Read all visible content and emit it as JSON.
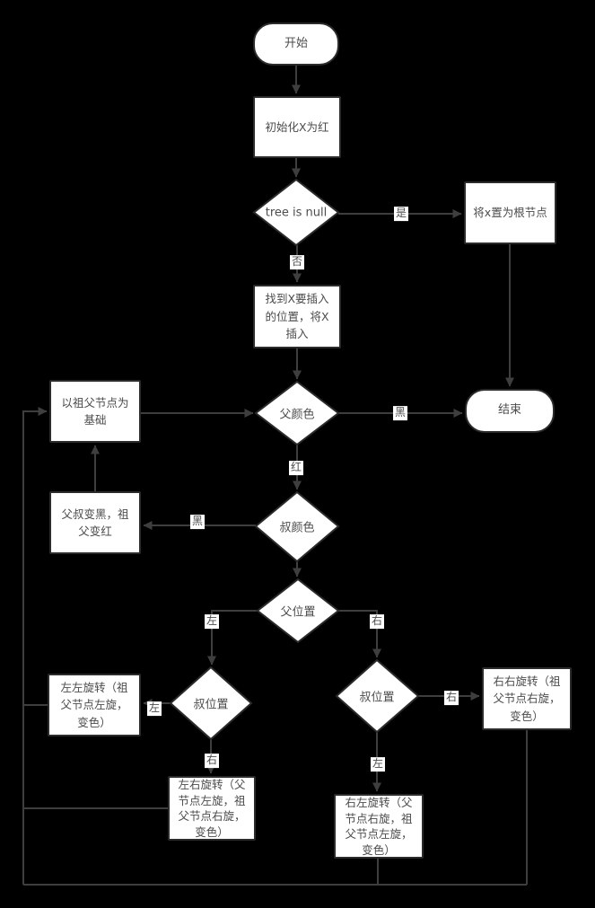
{
  "colors": {
    "background": "#000000",
    "node_fill": "#ffffff",
    "node_border": "#2b2b2b",
    "connector": "#3e3e3e",
    "text": "#4c4c4c"
  },
  "nodes": {
    "start": {
      "label": "开始",
      "type": "terminal"
    },
    "init_x_red": {
      "label": "初始化X为红",
      "type": "process"
    },
    "tree_is_null": {
      "label": "tree is null",
      "type": "decision"
    },
    "set_x_root": {
      "label": "将x置为根节点",
      "type": "process"
    },
    "find_insert_pos": {
      "label": "找到X要插入的位置，将X插入",
      "type": "process"
    },
    "grandparent_base": {
      "label": "以祖父节点为基础",
      "type": "process"
    },
    "parent_color": {
      "label": "父颜色",
      "type": "decision"
    },
    "end": {
      "label": "结束",
      "type": "terminal"
    },
    "uncle_color": {
      "label": "叔颜色",
      "type": "decision"
    },
    "parent_uncle_recolor": {
      "label": "父叔变黑，祖父变红",
      "type": "process"
    },
    "parent_position": {
      "label": "父位置",
      "type": "decision"
    },
    "uncle_position_left": {
      "label": "叔位置",
      "type": "decision"
    },
    "uncle_position_right": {
      "label": "叔位置",
      "type": "decision"
    },
    "rotate_ll": {
      "label": "左左旋转（祖父节点左旋，变色）",
      "type": "process"
    },
    "rotate_lr": {
      "label": "左右旋转（父节点左旋，祖父节点右旋，变色）",
      "type": "process"
    },
    "rotate_rr": {
      "label": "右右旋转（祖父节点右旋，变色）",
      "type": "process"
    },
    "rotate_rl": {
      "label": "右左旋转（父节点右旋，祖父节点左旋，变色）",
      "type": "process"
    }
  },
  "edge_labels": {
    "tree_null_yes": "是",
    "tree_null_no": "否",
    "parent_color_black": "黑",
    "parent_color_red": "红",
    "uncle_color_black": "黑",
    "parent_pos_left": "左",
    "parent_pos_right": "右",
    "uncle_left_is_left": "左",
    "uncle_left_is_right": "右",
    "uncle_right_is_right": "右",
    "uncle_right_is_left": "左"
  }
}
